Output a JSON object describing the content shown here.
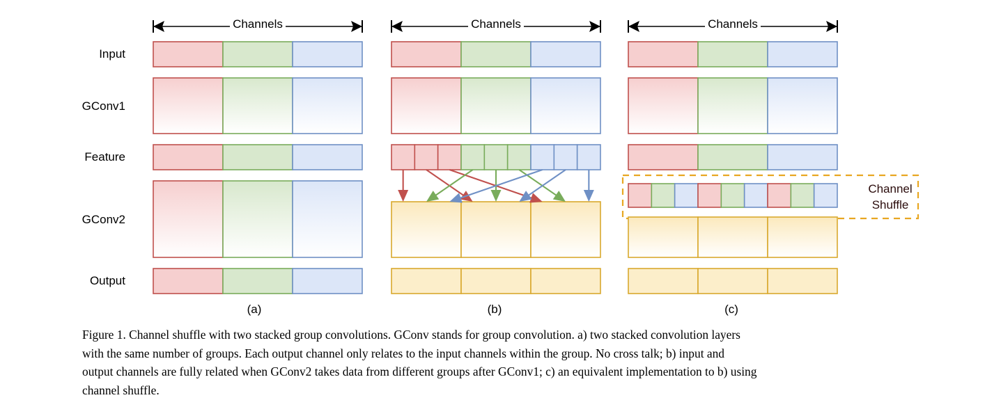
{
  "figure": {
    "axis_label": "Channels",
    "row_labels": [
      "Input",
      "GConv1",
      "Feature",
      "GConv2",
      "Output"
    ],
    "panel_labels": [
      "(a)",
      "(b)",
      "(c)"
    ],
    "shuffle_label_line1": "Channel",
    "shuffle_label_line2": "Shuffle"
  },
  "colors": {
    "red_fill": "#f6cfcf",
    "red_stroke": "#c0504d",
    "green_fill": "#d8e8cd",
    "green_stroke": "#79ac5b",
    "blue_fill": "#dce6f8",
    "blue_stroke": "#6f90c5",
    "yellow_fill": "#fceeca",
    "yellow_stroke": "#d9a92e",
    "text": "#000000",
    "shuffle_text": "#2b0c0c"
  },
  "chart_data": {
    "type": "diagram",
    "title": "Channel shuffle with two stacked group convolutions",
    "groups": 3,
    "channels_per_group": 3,
    "panels": [
      {
        "id": "a",
        "label": "(a)",
        "rows": [
          {
            "name": "Input",
            "style": "solid",
            "segments": [
              "red",
              "green",
              "blue"
            ]
          },
          {
            "name": "GConv1",
            "style": "gradient",
            "segments": [
              "red",
              "green",
              "blue"
            ]
          },
          {
            "name": "Feature",
            "style": "solid",
            "segments": [
              "red",
              "green",
              "blue"
            ]
          },
          {
            "name": "GConv2",
            "style": "gradient",
            "segments": [
              "red",
              "green",
              "blue"
            ]
          },
          {
            "name": "Output",
            "style": "solid",
            "segments": [
              "red",
              "green",
              "blue"
            ]
          }
        ]
      },
      {
        "id": "b",
        "label": "(b)",
        "rows": [
          {
            "name": "Input",
            "style": "solid",
            "segments": [
              "red",
              "green",
              "blue"
            ]
          },
          {
            "name": "GConv1",
            "style": "gradient",
            "segments": [
              "red",
              "green",
              "blue"
            ]
          },
          {
            "name": "Feature",
            "style": "cells9",
            "segments": [
              "red",
              "red",
              "red",
              "green",
              "green",
              "green",
              "blue",
              "blue",
              "blue"
            ]
          },
          {
            "name": "GConv2",
            "style": "gradient",
            "segments": [
              "yellow",
              "yellow",
              "yellow"
            ]
          },
          {
            "name": "Output",
            "style": "solid",
            "segments": [
              "yellow",
              "yellow",
              "yellow"
            ]
          }
        ],
        "cross_connections": [
          {
            "from": 0,
            "to": 0,
            "color": "red"
          },
          {
            "from": 1,
            "to": 3,
            "color": "red"
          },
          {
            "from": 2,
            "to": 6,
            "color": "red"
          },
          {
            "from": 3,
            "to": 1,
            "color": "green"
          },
          {
            "from": 4,
            "to": 4,
            "color": "green"
          },
          {
            "from": 5,
            "to": 7,
            "color": "green"
          },
          {
            "from": 6,
            "to": 2,
            "color": "blue"
          },
          {
            "from": 7,
            "to": 5,
            "color": "blue"
          },
          {
            "from": 8,
            "to": 8,
            "color": "blue"
          }
        ]
      },
      {
        "id": "c",
        "label": "(c)",
        "rows": [
          {
            "name": "Input",
            "style": "solid",
            "segments": [
              "red",
              "green",
              "blue"
            ]
          },
          {
            "name": "GConv1",
            "style": "gradient",
            "segments": [
              "red",
              "green",
              "blue"
            ]
          },
          {
            "name": "Feature",
            "style": "solid",
            "segments": [
              "red",
              "green",
              "blue"
            ]
          },
          {
            "name": "Shuffle",
            "style": "cells9",
            "segments": [
              "red",
              "green",
              "blue",
              "red",
              "green",
              "blue",
              "red",
              "green",
              "blue"
            ]
          },
          {
            "name": "GConv2",
            "style": "gradient",
            "segments": [
              "yellow",
              "yellow",
              "yellow"
            ]
          },
          {
            "name": "Output",
            "style": "solid",
            "segments": [
              "yellow",
              "yellow",
              "yellow"
            ]
          }
        ],
        "annotation_box": {
          "label": "Channel Shuffle",
          "style": "dashed",
          "color": "#e8a722"
        }
      }
    ]
  },
  "caption": {
    "lines": [
      "Figure 1. Channel shuffle with two stacked group convolutions.  GConv stands for group convolution.  a) two stacked convolution layers",
      "with the same number of groups.  Each output channel only relates to the input channels within the group.  No cross talk; b) input and",
      "output channels are fully related when GConv2 takes data from different groups after GConv1; c) an equivalent implementation to b) using",
      "channel shuffle."
    ]
  }
}
